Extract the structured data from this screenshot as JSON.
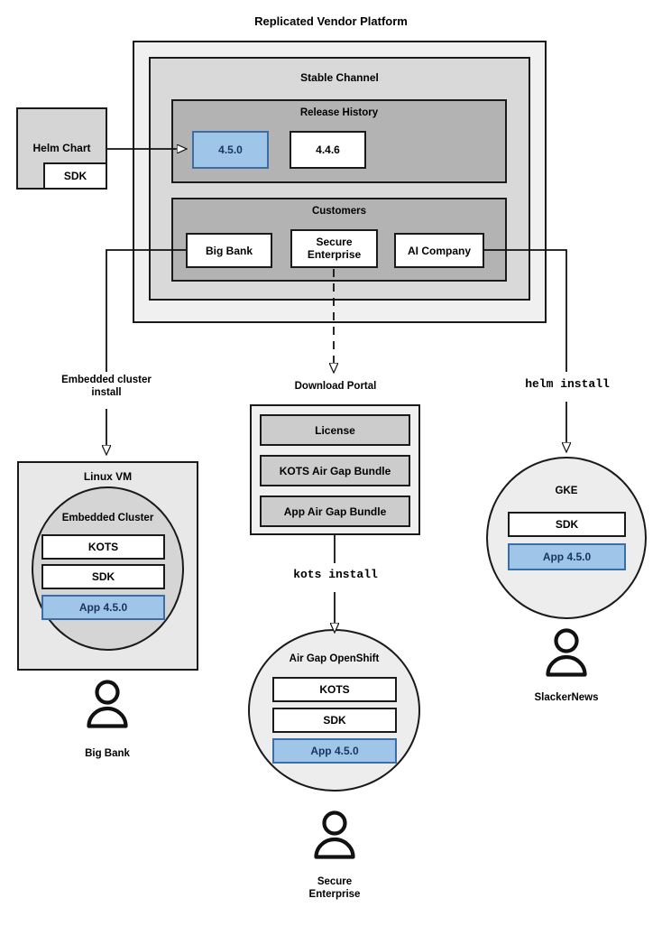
{
  "diagram": {
    "title": "Replicated Vendor Platform"
  },
  "helm_chart": {
    "label": "Helm Chart",
    "sdk_label": "SDK"
  },
  "platform": {
    "stable_channel": {
      "title": "Stable Channel",
      "release_history": {
        "title": "Release History",
        "releases": [
          {
            "version": "4.5.0",
            "highlighted": true
          },
          {
            "version": "4.4.6",
            "highlighted": false
          }
        ]
      },
      "customers": {
        "title": "Customers",
        "items": [
          {
            "name": "Big Bank"
          },
          {
            "name": "Secure\nEnterprise"
          },
          {
            "name": "AI Company"
          }
        ]
      }
    }
  },
  "connectors": {
    "embedded_cluster_install": "Embedded cluster\ninstall",
    "download_portal": "Download Portal",
    "helm_install": "helm install",
    "kots_install": "kots install"
  },
  "download_portal": {
    "title": "Download Portal",
    "artifacts": [
      {
        "label": "License"
      },
      {
        "label": "KOTS Air Gap Bundle"
      },
      {
        "label": "App Air Gap Bundle"
      }
    ]
  },
  "linux_vm": {
    "title": "Linux VM",
    "embedded_cluster": {
      "title": "Embedded Cluster",
      "components": [
        {
          "label": "KOTS",
          "highlighted": false
        },
        {
          "label": "SDK",
          "highlighted": false
        },
        {
          "label": "App 4.5.0",
          "highlighted": true
        }
      ]
    },
    "actor": "Big Bank"
  },
  "air_gap_openshift": {
    "title": "Air Gap OpenShift",
    "components": [
      {
        "label": "KOTS",
        "highlighted": false
      },
      {
        "label": "SDK",
        "highlighted": false
      },
      {
        "label": "App 4.5.0",
        "highlighted": true
      }
    ],
    "actor": "Secure\nEnterprise"
  },
  "gke": {
    "title": "GKE",
    "components": [
      {
        "label": "SDK",
        "highlighted": false
      },
      {
        "label": "App 4.5.0",
        "highlighted": true
      }
    ],
    "actor": "SlackerNews"
  },
  "colors": {
    "highlight_fill": "#9FC5E8",
    "highlight_border": "#3B6EA5",
    "highlight_text": "#17365D",
    "stroke": "#1A1A1A",
    "outer_fill": "#F0F0F0",
    "channel_fill": "#D9D9D9",
    "group_fill": "#B3B3B3",
    "vm_fill": "#E8E8E8",
    "cluster_fill": "#D5D5D5",
    "circle_fill": "#EDEDED",
    "artifact_fill": "#CCCCCC"
  }
}
